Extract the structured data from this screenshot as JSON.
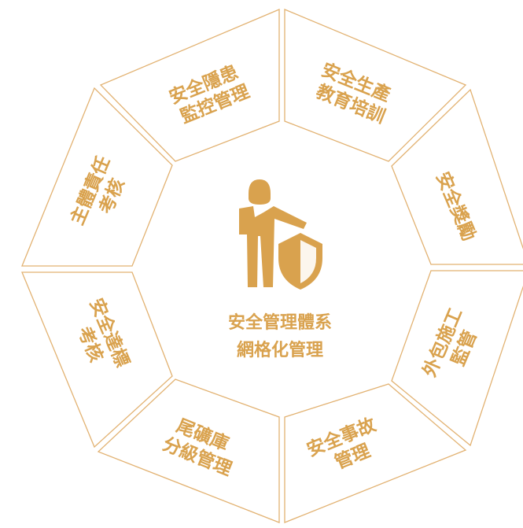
{
  "center": {
    "line1": "安全管理體系",
    "line2": "網格化管理",
    "icon": "manager-shield-icon"
  },
  "segments": [
    {
      "id": "top-left",
      "lines": [
        "安全隱患",
        "監控管理"
      ]
    },
    {
      "id": "top-right",
      "lines": [
        "安全生產",
        "教育培訓"
      ]
    },
    {
      "id": "right-upper",
      "lines": [
        "安全獎勵"
      ]
    },
    {
      "id": "right-lower",
      "lines": [
        "外包施工",
        "監管"
      ]
    },
    {
      "id": "bottom-right",
      "lines": [
        "安全事故",
        "管理"
      ]
    },
    {
      "id": "bottom-left",
      "lines": [
        "尾礦庫",
        "分級管理"
      ]
    },
    {
      "id": "left-lower",
      "lines": [
        "安全達標",
        "考核"
      ]
    },
    {
      "id": "left-upper",
      "lines": [
        "主體責任",
        "考核"
      ]
    }
  ],
  "colors": {
    "accent": "#d9a24e",
    "line": "#e2b272",
    "background": "#ffffff"
  }
}
